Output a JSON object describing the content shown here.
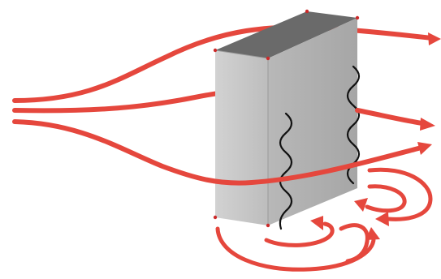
{
  "diagram": {
    "colors": {
      "flow": "#e5473d",
      "block_front": "#c4c4c4",
      "block_side": "#b2b2b2",
      "block_top": "#666666",
      "corner_markers": "#cc2a2a",
      "wavy_lines": "#111111"
    },
    "elements": [
      "incoming-airflow-lines",
      "rectangular-block",
      "wake-vortex-arrows",
      "wavy-black-lines"
    ]
  }
}
